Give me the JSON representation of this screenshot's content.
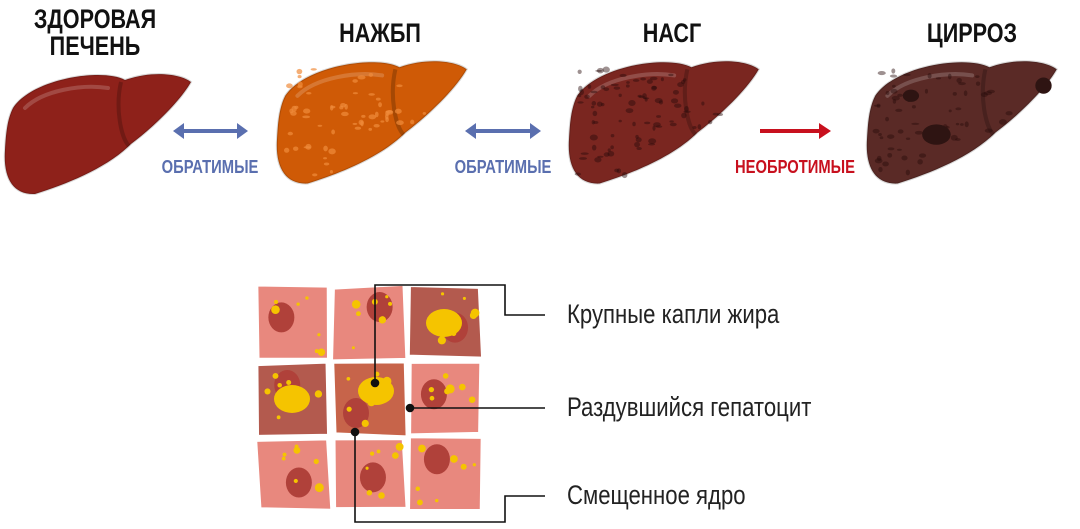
{
  "stages": [
    {
      "title_line1": "ЗДОРОВАЯ",
      "title_line2": "ПЕЧЕНЬ",
      "color": "#8e211a"
    },
    {
      "title": "НАЖБП",
      "color": "#cf5a06"
    },
    {
      "title": "НАСГ",
      "color": "#7a2620"
    },
    {
      "title": "ЦИРРОЗ",
      "color": "#5a2a26"
    }
  ],
  "transitions": [
    {
      "label": "ОБРАТИМЫЕ",
      "color": "#5a6faf",
      "type": "double-arrow"
    },
    {
      "label": "ОБРАТИМЫЕ",
      "color": "#5a6faf",
      "type": "double-arrow"
    },
    {
      "label": "НЕОБРОТИМЫЕ",
      "color": "#c8101e",
      "type": "right-arrow"
    }
  ],
  "callouts": [
    {
      "label": "Крупные капли жира"
    },
    {
      "label": "Раздувшийся гепатоцит"
    },
    {
      "label": "Смещенное ядро"
    }
  ],
  "tissue_colors": {
    "cell": "#e8887e",
    "cell_dark": "#b35a4e",
    "nucleus": "#b0413a",
    "fat": "#f5c400"
  }
}
